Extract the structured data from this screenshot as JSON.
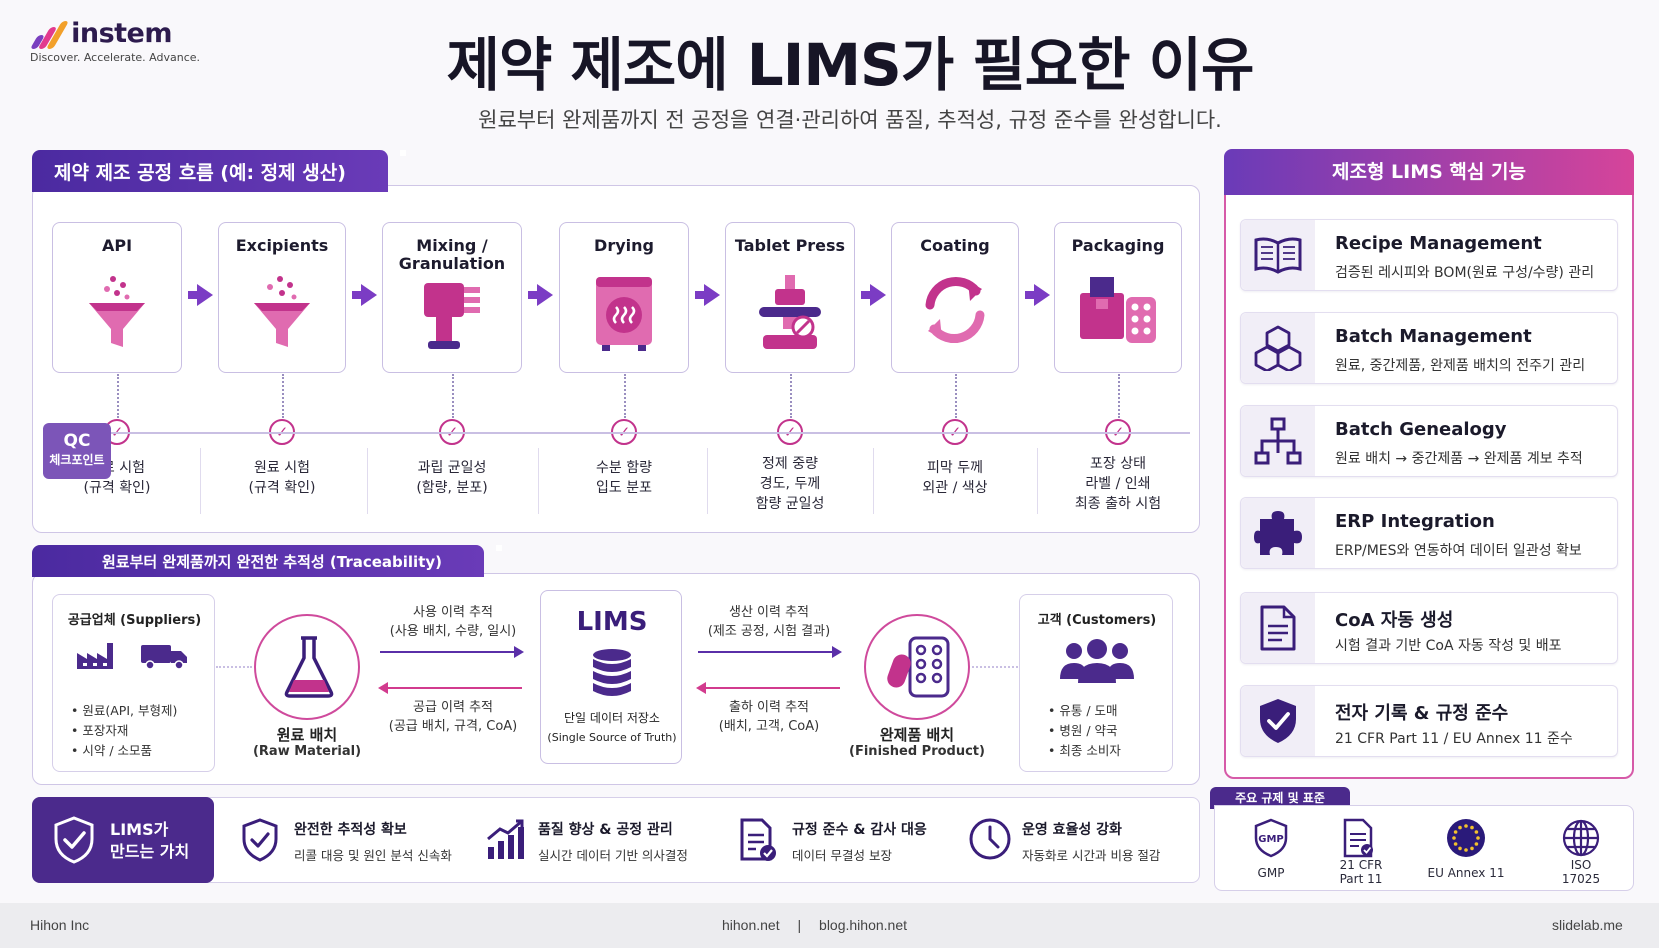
{
  "brand": {
    "name": "instem",
    "tagline": "Discover. Accelerate. Advance."
  },
  "title": "제약 제조에 LIMS가 필요한 이유",
  "subtitle": "원료부터 완제품까지 전 공정을 연결·관리하여 품질, 추적성, 규정 준수를 완성합니다.",
  "process": {
    "header": "제약 제조 공정 흐름 (예: 정제 생산)",
    "qc_label_1": "QC",
    "qc_label_2": "체크포인트",
    "steps": [
      {
        "name": "API",
        "qc": [
          "원료 시험",
          "(규격 확인)"
        ]
      },
      {
        "name": "Excipients",
        "qc": [
          "원료 시험",
          "(규격 확인)"
        ]
      },
      {
        "name": "Mixing /",
        "name2": "Granulation",
        "qc": [
          "과립 균일성",
          "(함량, 분포)"
        ]
      },
      {
        "name": "Drying",
        "qc": [
          "수분 함량",
          "입도 분포"
        ]
      },
      {
        "name": "Tablet Press",
        "qc": [
          "정제 중량",
          "경도, 두께",
          "함량 균일성"
        ]
      },
      {
        "name": "Coating",
        "qc": [
          "피막 두께",
          "외관 / 색상"
        ]
      },
      {
        "name": "Packaging",
        "qc": [
          "포장 상태",
          "라벨 / 인쇄",
          "최종 출하 시험"
        ]
      }
    ]
  },
  "trace": {
    "header": "원료부터 완제품까지 완전한 추적성 (Traceability)",
    "suppliers": {
      "title": "공급업체 (Suppliers)",
      "items": [
        "원료(API, 부형제)",
        "포장자재",
        "시약 / 소모품"
      ]
    },
    "raw": {
      "title": "원료 배치",
      "sub": "(Raw Material)"
    },
    "usage": {
      "l1": "사용 이력 추적",
      "l2": "(사용 배치, 수량, 일시)"
    },
    "supply": {
      "l1": "공급 이력 추적",
      "l2": "(공급 배치, 규격, CoA)"
    },
    "lims": {
      "title": "LIMS",
      "l1": "단일 데이터 저장소",
      "l2": "(Single Source of Truth)"
    },
    "production": {
      "l1": "생산 이력 추적",
      "l2": "(제조 공정, 시험 결과)"
    },
    "shipping": {
      "l1": "출하 이력 추적",
      "l2": "(배치, 고객, CoA)"
    },
    "finished": {
      "title": "완제품 배치",
      "sub": "(Finished Product)"
    },
    "customers": {
      "title": "고객 (Customers)",
      "items": [
        "유통 / 도매",
        "병원 / 약국",
        "최종 소비자"
      ]
    }
  },
  "features": {
    "header": "제조형 LIMS 핵심 기능",
    "items": [
      {
        "icon": "book-icon",
        "title": "Recipe Management",
        "desc": "검증된 레시피와 BOM(원료 구성/수량) 관리"
      },
      {
        "icon": "cubes-icon",
        "title": "Batch Management",
        "desc": "원료, 중간제품, 완제품 배치의 전주기 관리"
      },
      {
        "icon": "hierarchy-icon",
        "title": "Batch Genealogy",
        "desc": "원료 배치 → 중간제품 → 완제품 계보 추적"
      },
      {
        "icon": "puzzle-icon",
        "title": "ERP Integration",
        "desc": "ERP/MES와 연동하여 데이터 일관성 확보"
      },
      {
        "icon": "document-icon",
        "title": "CoA 자동 생성",
        "desc": "시험 결과 기반 CoA 자동 작성 및 배포"
      },
      {
        "icon": "shield-check-icon",
        "title": "전자 기록 & 규정 준수",
        "desc": "21 CFR Part 11 / EU Annex 11 준수"
      }
    ]
  },
  "values": {
    "lead1": "LIMS가",
    "lead2": "만드는 가치",
    "items": [
      {
        "title": "완전한 추적성 확보",
        "desc": "리콜 대응 및 원인 분석 신속화"
      },
      {
        "title": "품질 향상 & 공정 관리",
        "desc": "실시간 데이터 기반 의사결정"
      },
      {
        "title": "규정 준수 & 감사 대응",
        "desc": "데이터 무결성 보장"
      },
      {
        "title": "운영 효율성 강화",
        "desc": "자동화로 시간과 비용 절감"
      }
    ]
  },
  "standards": {
    "header": "주요 규제 및 표준",
    "items": [
      {
        "l1": "GMP",
        "l2": ""
      },
      {
        "l1": "21 CFR",
        "l2": "Part 11"
      },
      {
        "l1": "EU Annex 11",
        "l2": ""
      },
      {
        "l1": "ISO",
        "l2": "17025"
      }
    ],
    "gmp_badge": "GMP"
  },
  "footer": {
    "left": "Hihon Inc",
    "center1": "hihon.net",
    "sep": "|",
    "center2": "blog.hihon.net",
    "right": "slidelab.me"
  },
  "colors": {
    "purple": "#4b2a8c",
    "magenta": "#d23b8e",
    "violet": "#7b3cc4"
  }
}
